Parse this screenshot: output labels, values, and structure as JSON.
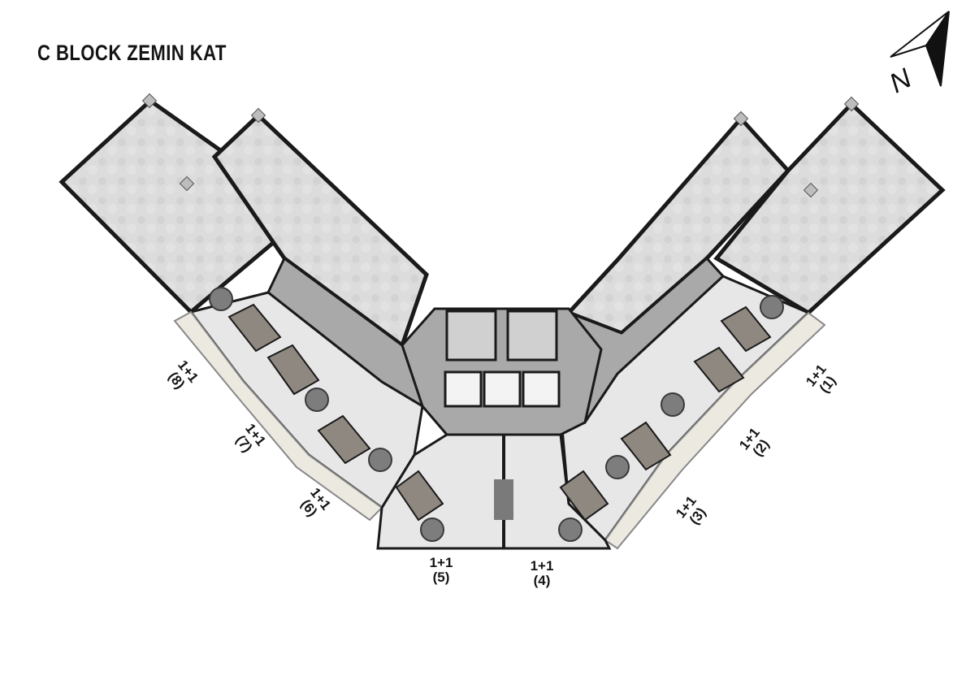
{
  "title": "C BLOCK ZEMIN KAT",
  "north_arrow": {
    "letter": "N",
    "icon": "north-arrow-icon"
  },
  "units": [
    {
      "id": "1",
      "type": "1+1",
      "number": "(1)"
    },
    {
      "id": "2",
      "type": "1+1",
      "number": "(2)"
    },
    {
      "id": "3",
      "type": "1+1",
      "number": "(3)"
    },
    {
      "id": "4",
      "type": "1+1",
      "number": "(4)"
    },
    {
      "id": "5",
      "type": "1+1",
      "number": "(5)"
    },
    {
      "id": "6",
      "type": "1+1",
      "number": "(6)"
    },
    {
      "id": "7",
      "type": "1+1",
      "number": "(7)"
    },
    {
      "id": "8",
      "type": "1+1",
      "number": "(8)"
    }
  ],
  "colors": {
    "wall": "#1a1a1a",
    "terrace": "#d9d9d9",
    "corridor": "#a9a9a9",
    "bedroom": "#8f8880",
    "balcony": "#ece9e1",
    "interior": "#e7e7e7"
  }
}
